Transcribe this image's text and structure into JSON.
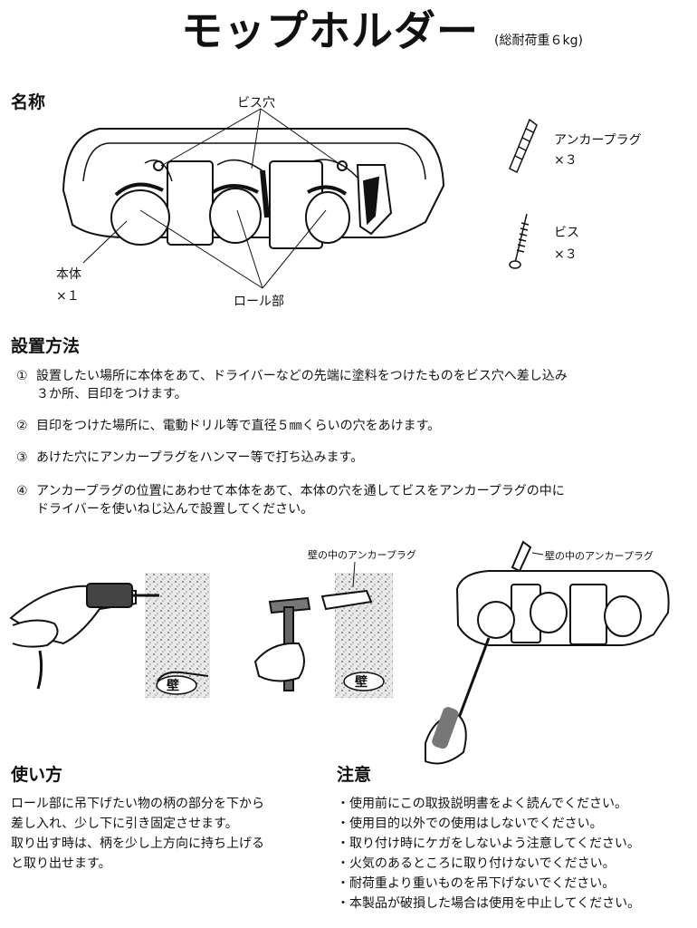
{
  "header": {
    "title": "モップホルダー",
    "subtitle": "(総耐荷重６kg)"
  },
  "names": {
    "heading": "名称",
    "screw_hole_label": "ビス穴",
    "body_label": "本体",
    "body_qty": "×１",
    "roll_label": "ロール部",
    "anchor_label": "アンカープラグ",
    "anchor_qty": "×３",
    "screw_label": "ビス",
    "screw_qty": "×３"
  },
  "install": {
    "heading": "設置方法",
    "steps": [
      {
        "num": "①",
        "line1": "設置したい場所に本体をあて、ドライバーなどの先端に塗料をつけたものをビス穴へ差し込み",
        "line2": "３か所、目印をつけます。"
      },
      {
        "num": "②",
        "line1": "目印をつけた場所に、電動ドリル等で直径５㎜くらいの穴をあけます。",
        "line2": ""
      },
      {
        "num": "③",
        "line1": "あけた穴にアンカープラグをハンマー等で打ち込みます。",
        "line2": ""
      },
      {
        "num": "④",
        "line1": "アンカープラグの位置にあわせて本体をあて、本体の穴を通してビスをアンカープラグの中に",
        "line2": "ドライバーを使いねじ込んで設置してください。"
      }
    ],
    "wall_label_1": "壁",
    "wall_label_2": "壁",
    "anchor_in_wall_1": "壁の中のアンカープラグ",
    "anchor_in_wall_2": "壁の中のアンカープラグ"
  },
  "usage": {
    "heading": "使い方",
    "lines": [
      "ロール部に吊下げたい物の柄の部分を下から",
      "差し入れ、少し下に引き固定させます。",
      "取り出す時は、柄を少し上方向に持ち上げる",
      "と取り出せます。"
    ]
  },
  "caution": {
    "heading": "注意",
    "items": [
      "・使用前にこの取扱説明書をよく読んでください。",
      "・使用目的以外での使用はしないでください。",
      "・取り付け時にケガをしないよう注意してください。",
      "・火気のあるところに取り付けないでください。",
      "・耐荷重より重いものを吊下げないでください。",
      "・本製品が破損した場合は使用を中止してください。"
    ]
  }
}
